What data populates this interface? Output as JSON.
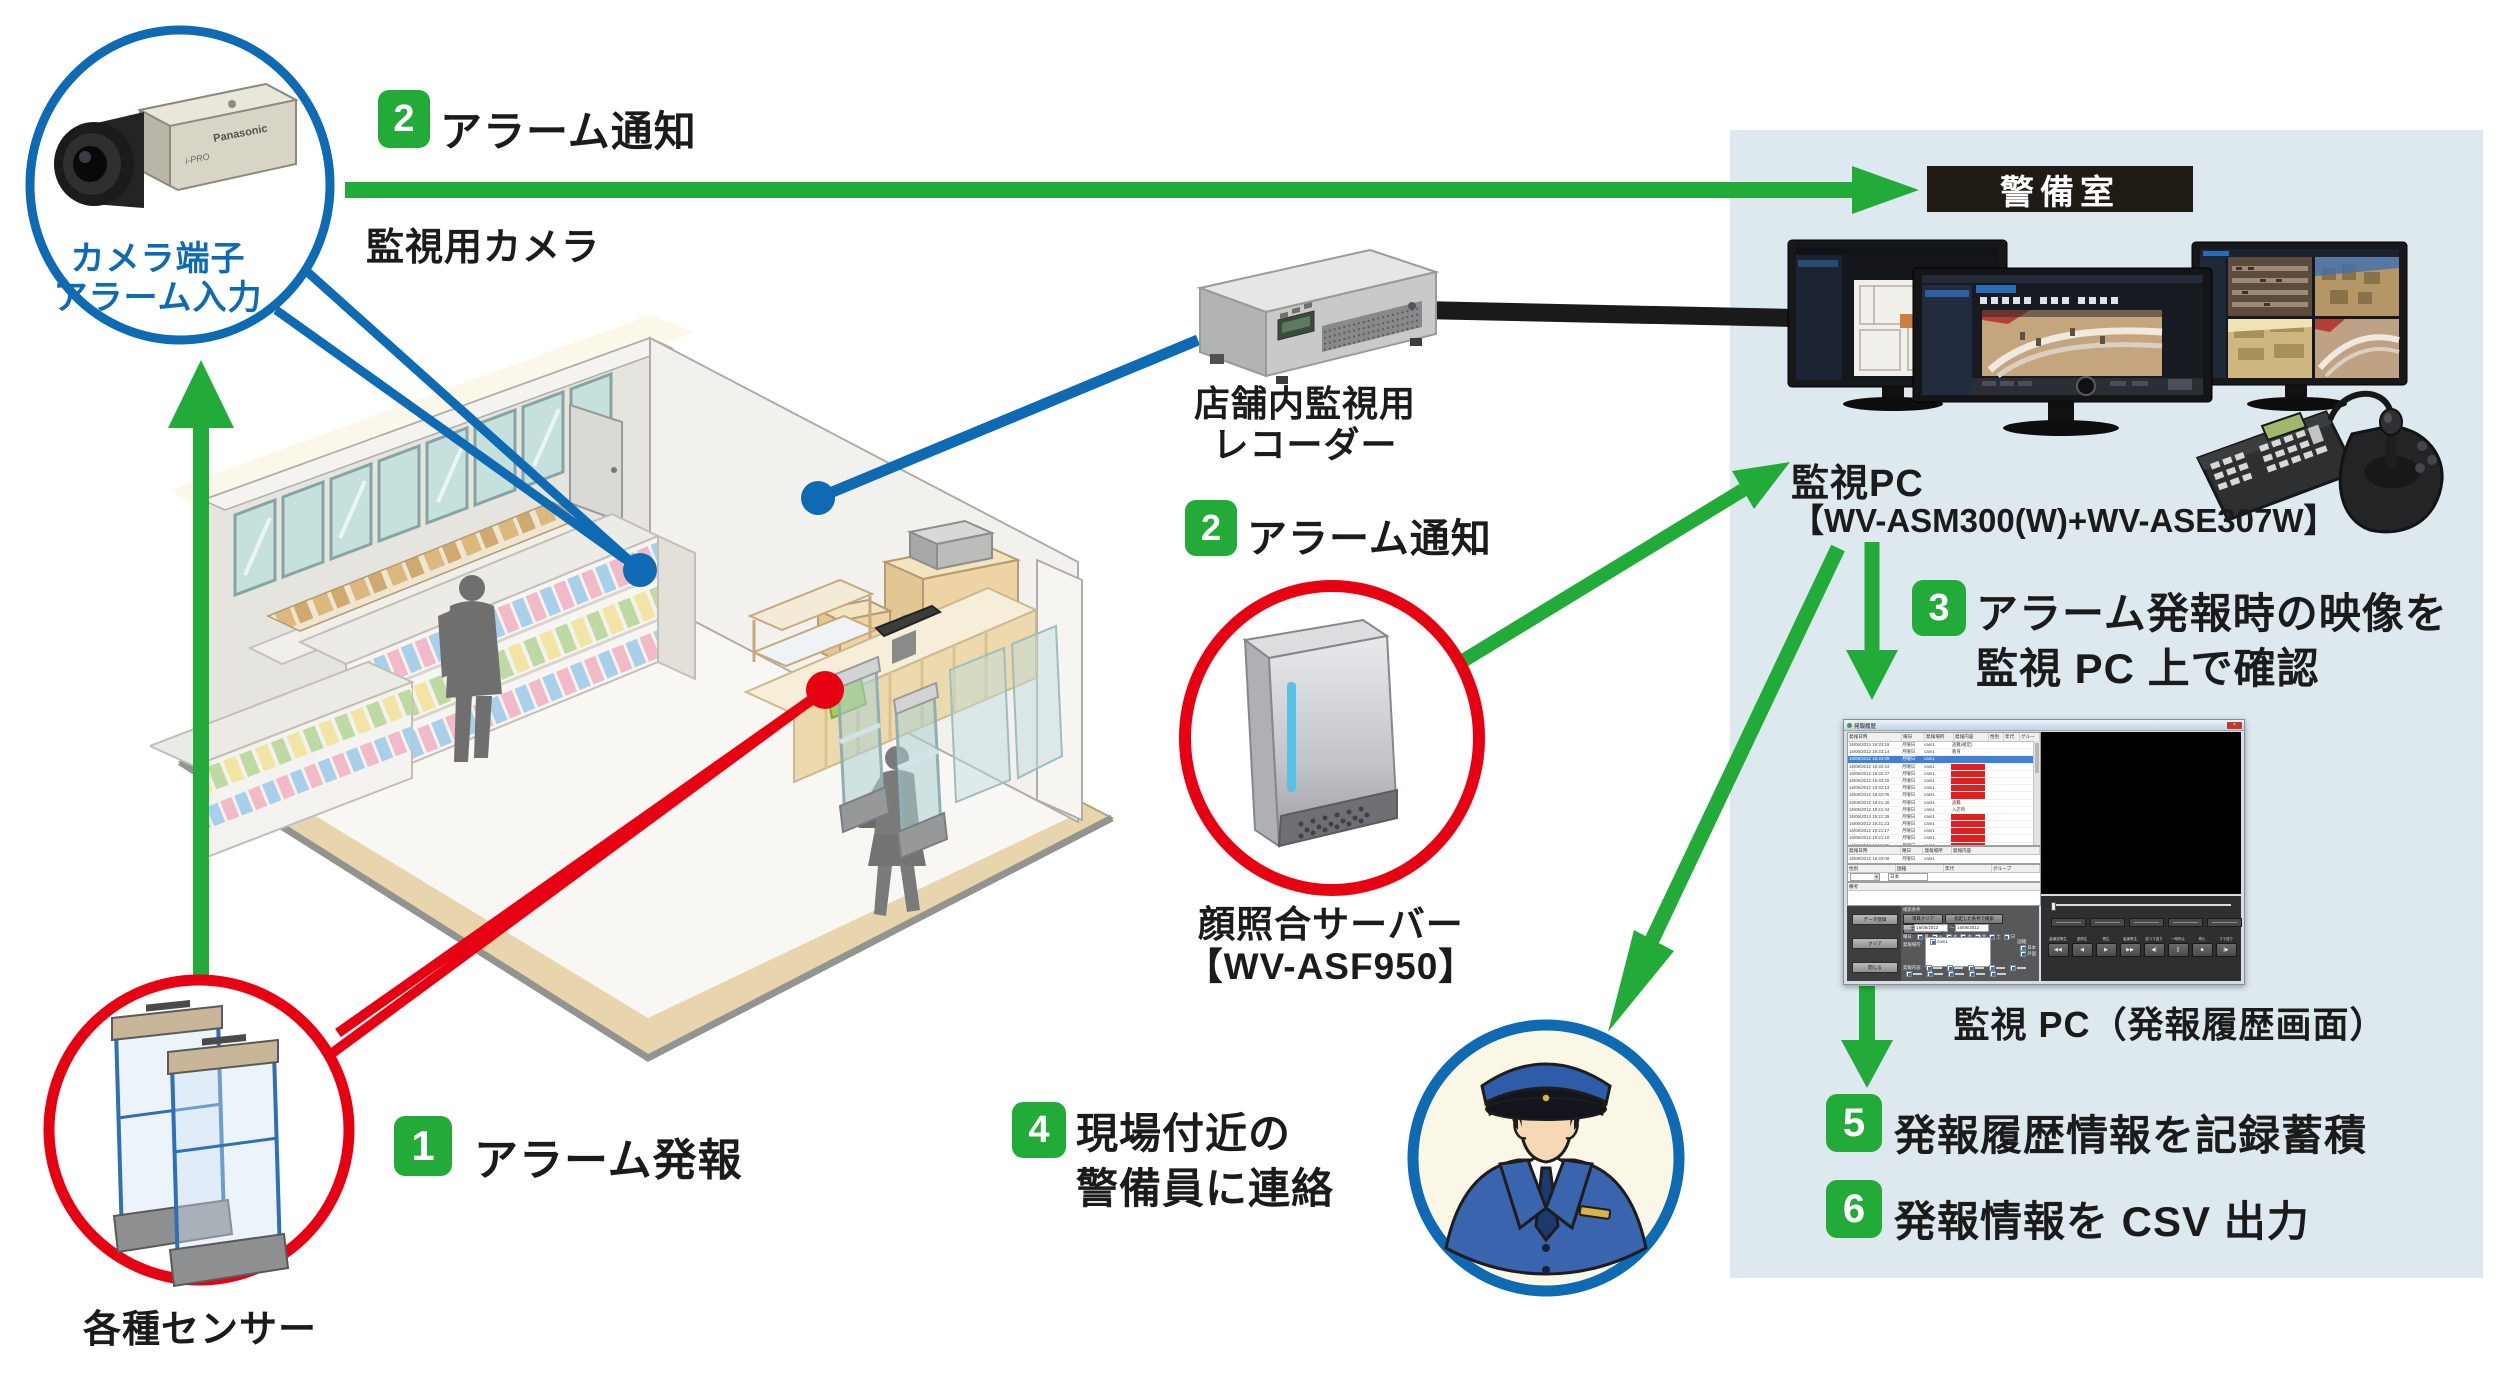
{
  "colors": {
    "accent_green": "#22ab38",
    "accent_blue": "#0f6ab4",
    "accent_red": "#e60012",
    "panel_bg": "#dde9ef",
    "room_label_bg": "#211b16"
  },
  "steps": {
    "s1": {
      "num": "1",
      "label": "アラーム発報"
    },
    "s2a": {
      "num": "2",
      "label": "アラーム通知"
    },
    "s2b": {
      "num": "2",
      "label": "アラーム通知"
    },
    "s3": {
      "num": "3",
      "line1": "アラーム発報時の映像を",
      "line2": "監視 PC 上で確認"
    },
    "s4": {
      "num": "4",
      "line1": "現場付近の",
      "line2": "警備員に連絡"
    },
    "s5": {
      "num": "5",
      "label": "発報履歴情報を記録蓄積"
    },
    "s6": {
      "num": "6",
      "label": "発報情報を CSV 出力"
    }
  },
  "camera": {
    "callout_line1": "カメラ端子",
    "callout_line2": "アラーム入力",
    "label": "監視用カメラ",
    "brand": "Panasonic",
    "sub_brand": "i-PRO"
  },
  "recorder": {
    "line1": "店舗内監視用",
    "line2": "レコーダー"
  },
  "face_server": {
    "name": "顔照合サーバー",
    "model": "【WV-ASF950】"
  },
  "security_room": {
    "label": "警備室"
  },
  "monitor_pc": {
    "name": "監視PC",
    "model": "【WV-ASM300(W)+WV-ASE307W】"
  },
  "history_pc": {
    "caption": "監視 PC（発報履歴画面）"
  },
  "sensors": {
    "label": "各種センサー"
  },
  "hw": {
    "title": "発報履歴",
    "close": "×",
    "columns": [
      "発報日時",
      "曜日",
      "発報場所",
      "発報内容",
      "性別",
      "年代",
      "グループ"
    ],
    "selected_index": 2,
    "rows": [
      {
        "t": "16/06/2012 19:33:19",
        "d": "月曜日",
        "p": "cam1",
        "c": "盗難(確定)",
        "red": false
      },
      {
        "t": "16/06/2012 19:33:14",
        "d": "月曜日",
        "p": "cam1",
        "c": "教育",
        "red": false
      },
      {
        "t": "16/06/2012 19:33:09",
        "d": "月曜日",
        "p": "cam1",
        "c": "",
        "red": false
      },
      {
        "t": "16/06/2012 19:32:34",
        "d": "月曜日",
        "p": "cam1",
        "c": "",
        "red": true
      },
      {
        "t": "16/06/2012 19:32:27",
        "d": "月曜日",
        "p": "cam1",
        "c": "",
        "red": true
      },
      {
        "t": "16/06/2012 19:32:20",
        "d": "月曜日",
        "p": "cam1",
        "c": "",
        "red": true
      },
      {
        "t": "16/06/2012 19:32:13",
        "d": "月曜日",
        "p": "cam1",
        "c": "",
        "red": true
      },
      {
        "t": "16/06/2012 19:32:05",
        "d": "月曜日",
        "p": "cam1",
        "c": "",
        "red": true
      },
      {
        "t": "16/06/2012 19:21:40",
        "d": "月曜日",
        "p": "cam1",
        "c": "盗難",
        "red": false
      },
      {
        "t": "16/06/2012 19:21:34",
        "d": "月曜日",
        "p": "cam1",
        "c": "入店時",
        "red": false
      },
      {
        "t": "16/06/2012 19:21:29",
        "d": "月曜日",
        "p": "cam1",
        "c": "",
        "red": true
      },
      {
        "t": "16/06/2012 19:21:23",
        "d": "月曜日",
        "p": "cam1",
        "c": "",
        "red": true
      },
      {
        "t": "16/06/2012 19:21:17",
        "d": "月曜日",
        "p": "cam1",
        "c": "",
        "red": true
      },
      {
        "t": "16/06/2012 19:21:10",
        "d": "月曜日",
        "p": "cam1",
        "c": "",
        "red": true
      },
      {
        "t": "16/06/2012 19:21:05",
        "d": "月曜日",
        "p": "cam1",
        "c": "",
        "red": true
      },
      {
        "t": "16/06/2012 19:20:58",
        "d": "月曜日",
        "p": "cam1",
        "c": "",
        "red": true
      }
    ],
    "detail_columns": [
      "発報日時",
      "曜日",
      "発報場所",
      "発報内容"
    ],
    "detail_row": {
      "t": "16/06/2012 19:33:09",
      "d": "月曜日",
      "p": "cam1",
      "c": ""
    },
    "attr_columns": [
      "性別",
      "国籍",
      "年代",
      "グループ"
    ],
    "nationality": "日本",
    "remarks_label": "備考",
    "left_buttons": [
      "データ登録",
      "クリア",
      "閉じる"
    ],
    "search": {
      "label": "検索条件",
      "buttons": [
        "項目クリア",
        "指定した条件で検索",
        "全データ表示"
      ],
      "period_label": "期間:",
      "date_from": "16/06/2012",
      "date_to": "16/06/2012",
      "day_label": "曜日:",
      "days": [
        "月",
        "火",
        "水",
        "木",
        "金",
        "土",
        "日"
      ],
      "place_label": "発報場所:",
      "place_value": "cam1",
      "nat_label": "国籍:",
      "nat_options": [
        "日本",
        "外国"
      ],
      "content_label": "発報内容:"
    },
    "playback_labels": [
      "高速逆再生",
      "逆再生",
      "再生",
      "高速再生",
      "逆コマ送り",
      "一時停止",
      "停止",
      "コマ送り"
    ],
    "playback_symbols": [
      "◀◀",
      "◀",
      "▶",
      "▶▶",
      "◀|",
      "||",
      "■",
      "|▶"
    ]
  }
}
